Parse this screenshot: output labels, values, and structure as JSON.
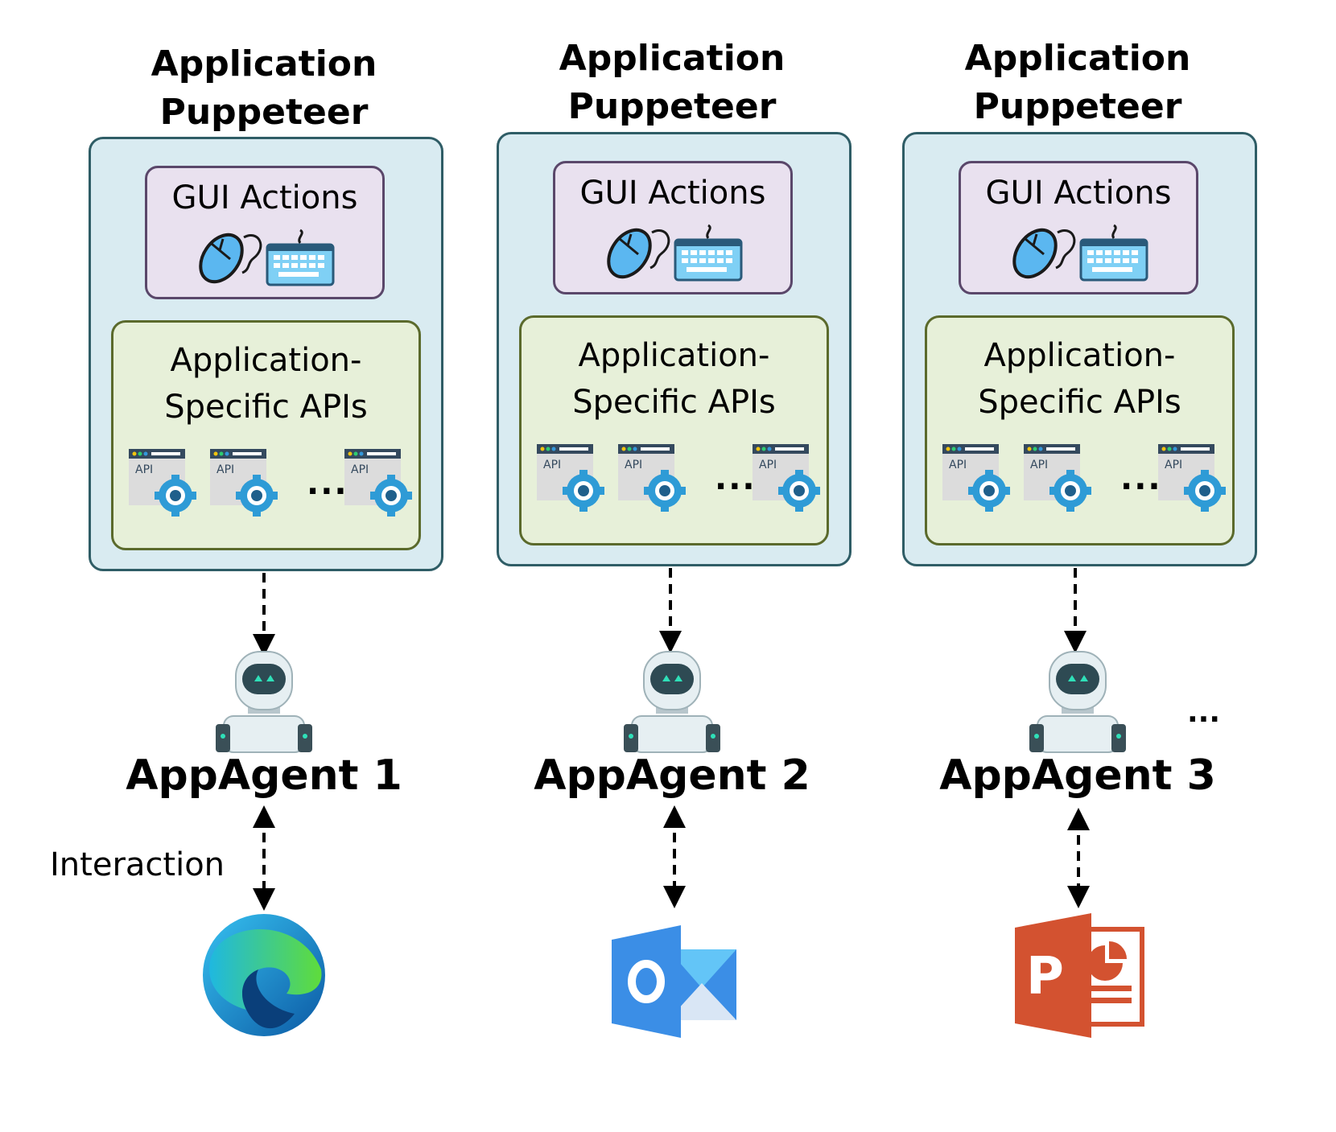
{
  "columns": [
    {
      "title_line1": "Application",
      "title_line2": "Puppeteer",
      "gui_label": "GUI Actions",
      "api_label_line1": "Application-",
      "api_label_line2": "Specific APIs",
      "api_icon_text": "API",
      "api_ellipsis": "...",
      "agent_name": "AppAgent 1",
      "app_icon": "edge-browser-icon"
    },
    {
      "title_line1": "Application",
      "title_line2": "Puppeteer",
      "gui_label": "GUI Actions",
      "api_label_line1": "Application-",
      "api_label_line2": "Specific APIs",
      "api_icon_text": "API",
      "api_ellipsis": "...",
      "agent_name": "AppAgent 2",
      "app_icon": "outlook-icon"
    },
    {
      "title_line1": "Application",
      "title_line2": "Puppeteer",
      "gui_label": "GUI Actions",
      "api_label_line1": "Application-",
      "api_label_line2": "Specific APIs",
      "api_icon_text": "API",
      "api_ellipsis": "...",
      "agent_name": "AppAgent 3",
      "app_icon": "powerpoint-icon"
    }
  ],
  "interaction_label": "Interaction",
  "more_agents": "...",
  "colors": {
    "puppeteer_fill": "#d9ebf1",
    "puppeteer_border": "#2f5d66",
    "gui_fill": "#e9e1ef",
    "gui_border": "#5a476a",
    "api_fill": "#e7f0d9",
    "api_border": "#5b6a2c"
  }
}
